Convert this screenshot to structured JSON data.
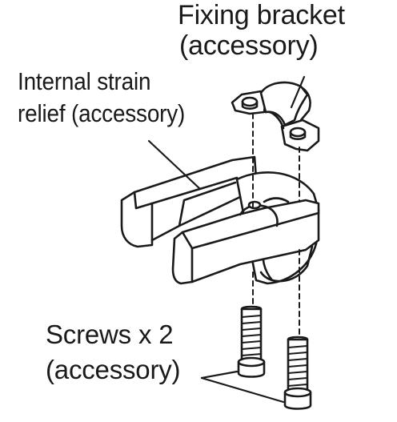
{
  "labels": {
    "fixing_bracket": [
      "Fixing bracket",
      "(accessory)"
    ],
    "internal_strain_relief": [
      "Internal strain",
      "relief (accessory)"
    ],
    "screws": [
      "Screws x 2",
      "(accessory)"
    ]
  },
  "colors": {
    "line": "#1a1a1a",
    "fill": "#ffffff",
    "shade": "#f2f2f2"
  }
}
